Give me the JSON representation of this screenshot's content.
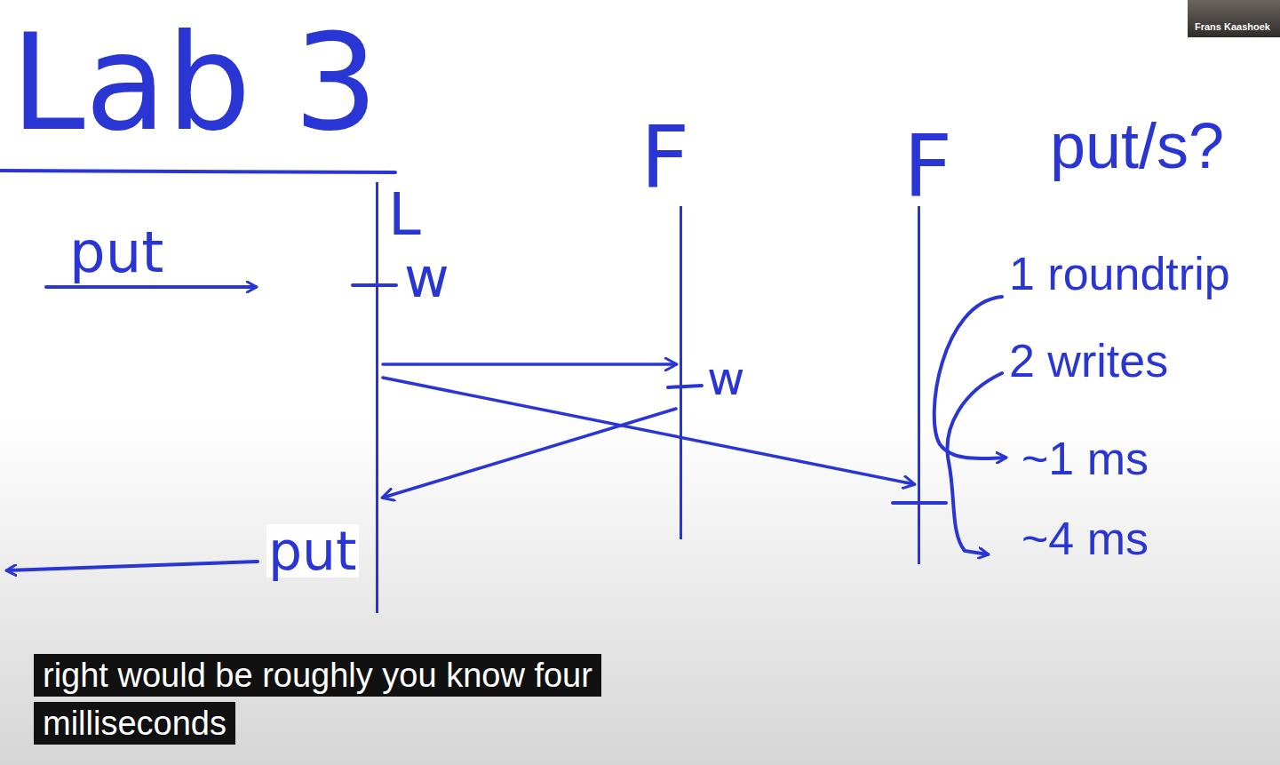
{
  "diagram": {
    "title": "Lab 3",
    "caption": "right would be roughly you know four milliseconds",
    "nodes": [
      {
        "text": [
          "L"
        ]
      },
      {
        "text": [
          "F"
        ]
      },
      {
        "text": [
          "F"
        ]
      }
    ],
    "edges": [
      {
        "from": 0,
        "to": 1,
        "arrow": "to"
      },
      {
        "from": 0,
        "to": 2,
        "arrow": "to"
      },
      {
        "from": 1,
        "to": 0,
        "arrow": "to"
      }
    ],
    "labels": [
      "put",
      "w",
      "w",
      "put/s?",
      "1 roundtrip",
      "2 writes",
      "~1 ms",
      "~4 ms",
      "put",
      "Frans Kaashoek"
    ]
  }
}
